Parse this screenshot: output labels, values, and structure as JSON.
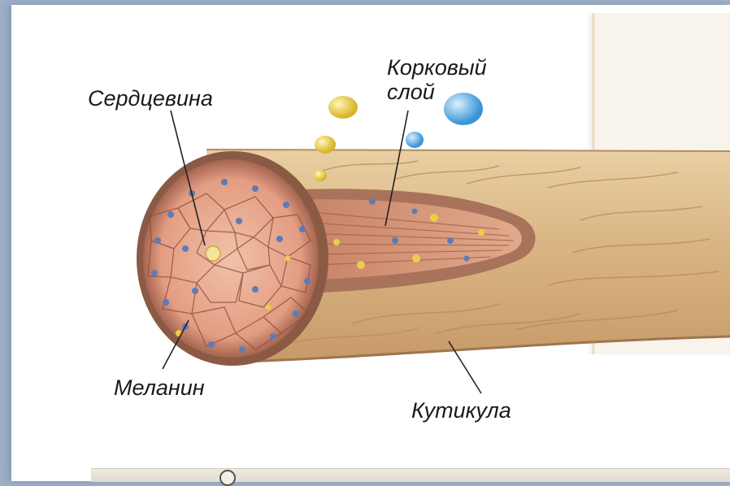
{
  "labels": {
    "medulla": "Сердцевина",
    "cortex_line1": "Корковый",
    "cortex_line2": "слой",
    "melanin": "Меланин",
    "cuticle": "Кутикула"
  },
  "colors": {
    "page_background": "#9fb0c7",
    "panel_background": "#ffffff",
    "cuticle": "#d8b98c",
    "cortex": "#c98a6a",
    "melanin_granules": "#5d7bb8",
    "pigment_yellow": "#e8cf4a",
    "water_drop": "#6fb6e8"
  }
}
